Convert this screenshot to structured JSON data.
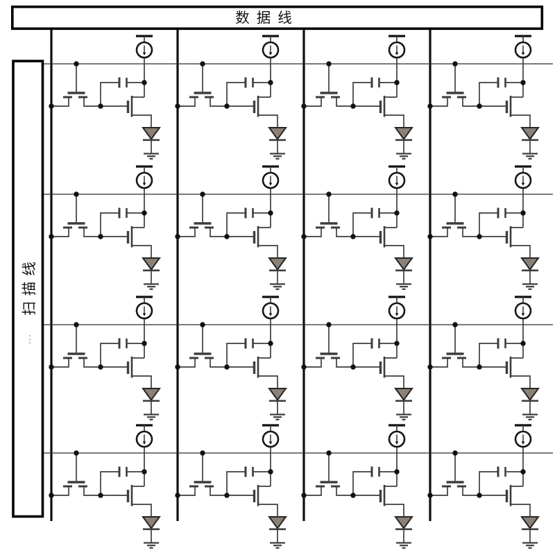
{
  "buses": {
    "data": {
      "label": "数据线"
    },
    "scan": {
      "label": "扫描线",
      "continuation_marks": "⋮"
    }
  },
  "schematic": {
    "grid": {
      "rows": 4,
      "cols": 4,
      "cells": 16
    },
    "scan_line_y": [
      92,
      280,
      468,
      653
    ],
    "data_line_x": [
      74,
      256,
      438,
      620
    ],
    "scan_line_x_span": [
      63,
      797
    ],
    "data_line_y_span": [
      43,
      751
    ],
    "cell_components": [
      "vdd-terminal",
      "current-source",
      "switch-tft",
      "storage-capacitor",
      "drive-tft",
      "oled-diode",
      "ground-symbol"
    ],
    "colors": {
      "background": "#ffffff",
      "bus_border": "#000000",
      "bus_fill": "#ffffff",
      "data_line": "#0e0e0e",
      "scan_line": "#2b2b2b",
      "wire": "#3d3d3d",
      "terminal": "#101010",
      "dot": "#111111",
      "led_fill": "#8c8177",
      "led_stroke": "#262626",
      "label": "#141414",
      "muted": "#999999"
    }
  }
}
